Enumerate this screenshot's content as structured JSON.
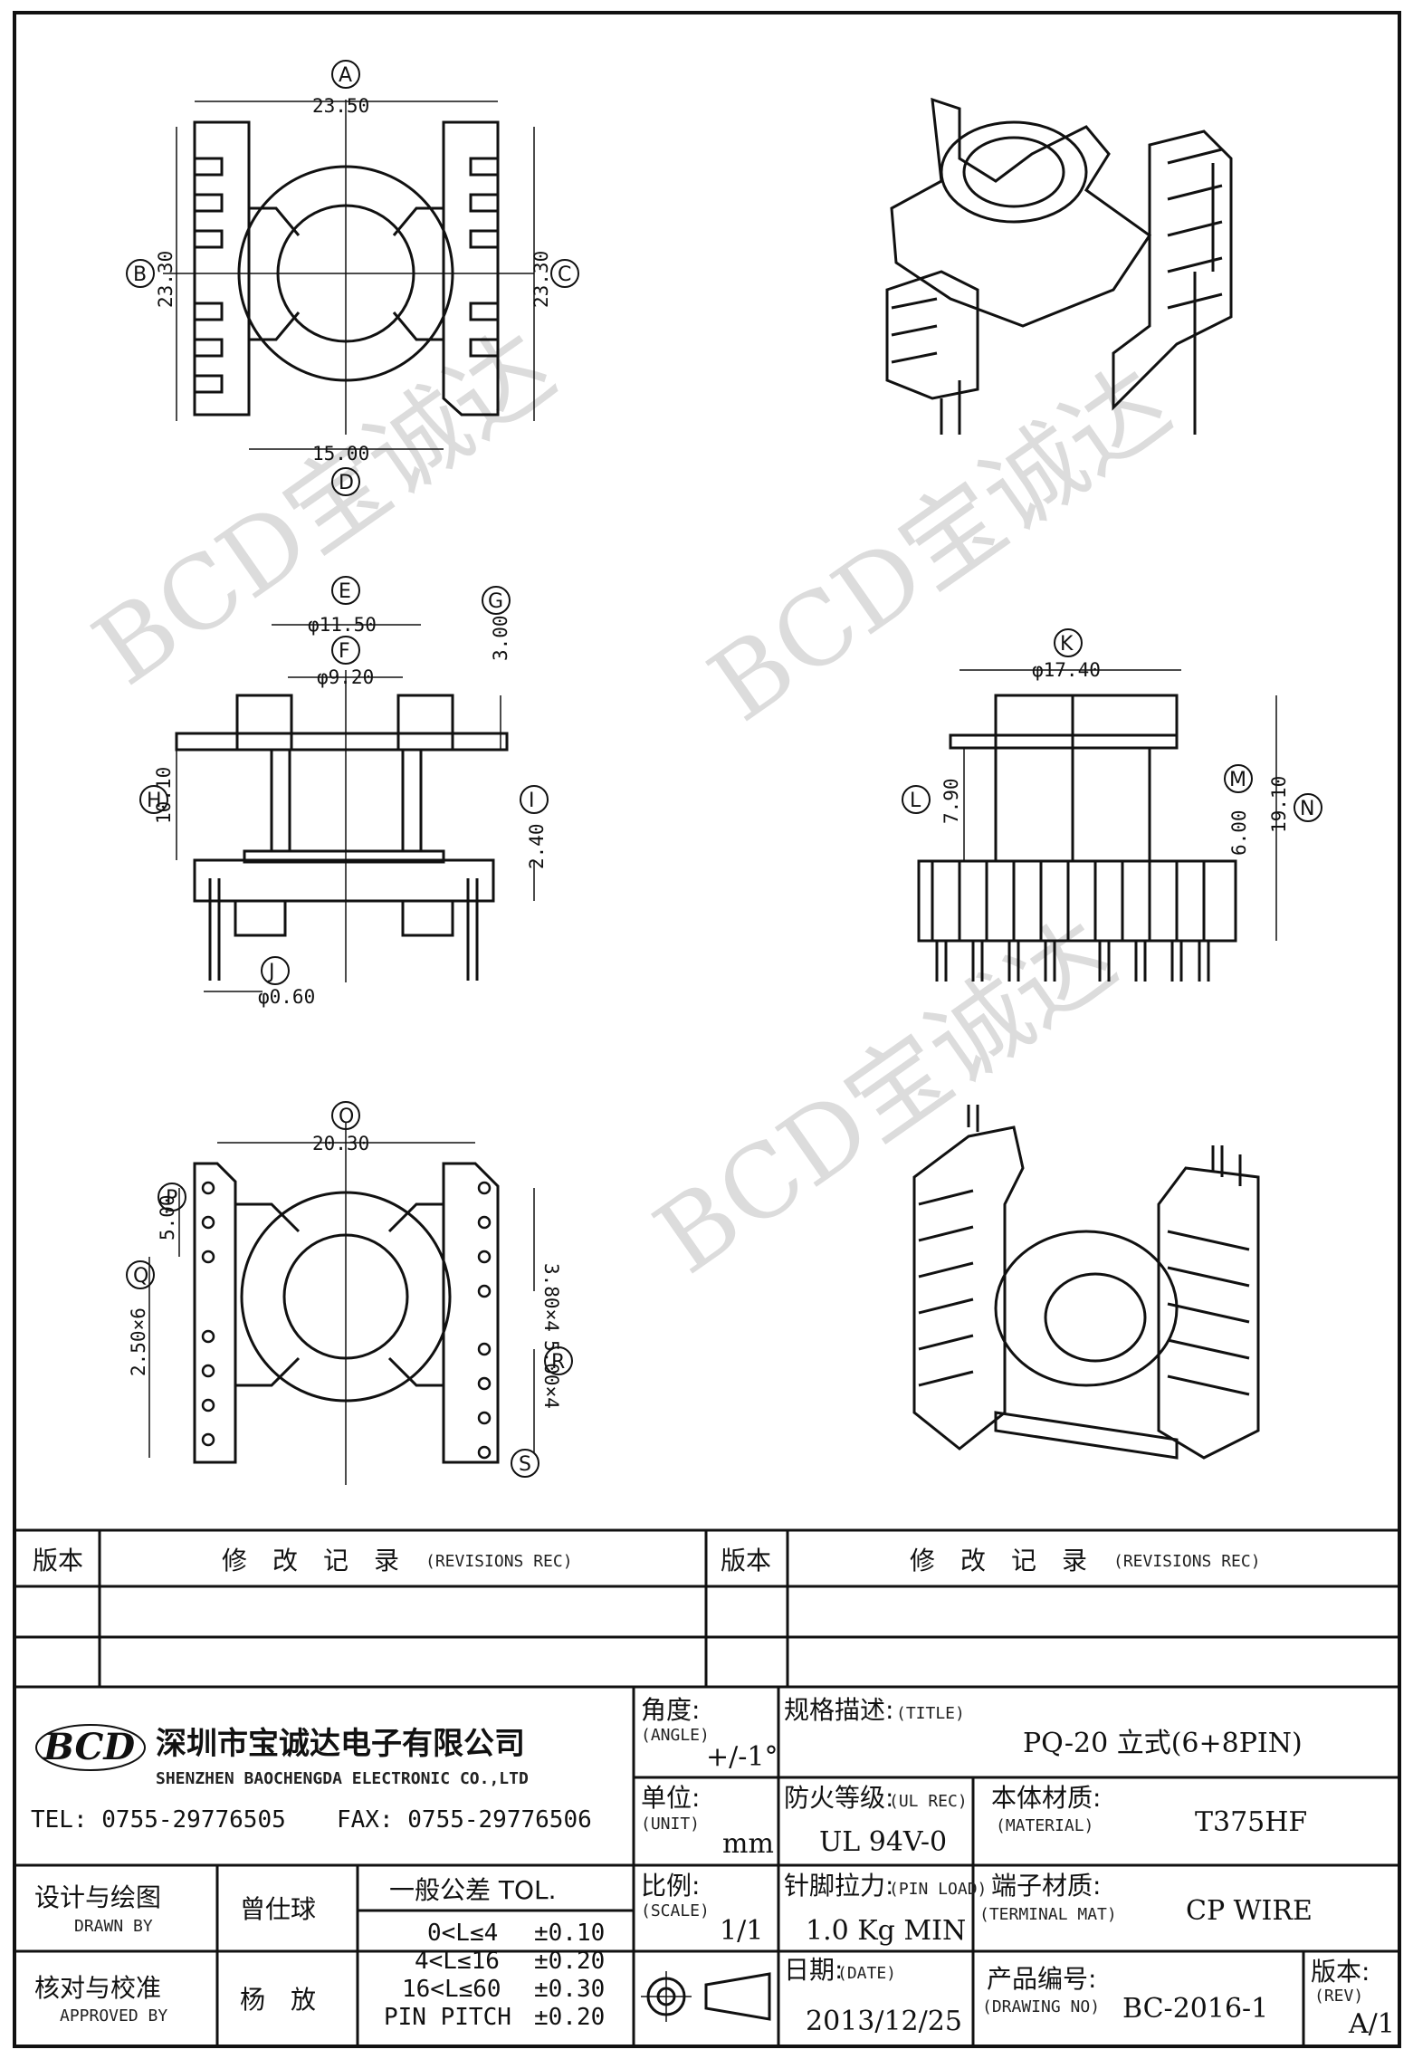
{
  "views": {
    "top": {
      "labels": [
        "A",
        "B",
        "C",
        "D"
      ],
      "dims": {
        "width": "23.50",
        "height_left": "23.30",
        "height_right": "23.30",
        "inner_width": "15.00"
      }
    },
    "side": {
      "labels": [
        "E",
        "F",
        "G",
        "H",
        "I",
        "J"
      ],
      "dims": {
        "outer_dia": "φ11.50",
        "inner_dia": "φ9.20",
        "flange": "3.00",
        "height": "10.10",
        "pin_height": "2.40",
        "pin_dia": "φ0.60"
      }
    },
    "front": {
      "labels": [
        "K",
        "L",
        "M",
        "N"
      ],
      "dims": {
        "width": "φ17.40",
        "upper": "7.90",
        "lower": "6.00",
        "total": "19.10"
      }
    },
    "bottom": {
      "labels": [
        "O",
        "P",
        "Q",
        "R",
        "S"
      ],
      "dims": {
        "width": "20.30",
        "offset": "5.00",
        "pitch_left": "2.50×6",
        "pitch_right_a": "3.80×4",
        "pitch_right_b": "5.00×4"
      }
    }
  },
  "watermark": {
    "text": "BCD宝诚达"
  },
  "revisions": {
    "col_version": "版本",
    "col_record_cn": "修　改　记　录",
    "col_record_en": "(REVISIONS REC)"
  },
  "title_block": {
    "company_cn": "深圳市宝诚达电子有限公司",
    "company_en": "SHENZHEN BAOCHENGDA ELECTRONIC CO.,LTD",
    "logo_text": "BCD",
    "tel": "TEL: 0755-29776505",
    "fax": "FAX: 0755-29776506",
    "angle_cn": "角度:",
    "angle_en": "(ANGLE)",
    "angle_val": "+/-1°",
    "unit_cn": "单位:",
    "unit_en": "(UNIT)",
    "unit_val": "mm",
    "scale_cn": "比例:",
    "scale_en": "(SCALE)",
    "scale_val": "1/1",
    "title_cn": "规格描述:",
    "title_en": "(TITLE)",
    "title_val": "PQ-20 立式(6+8PIN)",
    "ul_cn": "防火等级:",
    "ul_en": "(UL REC)",
    "ul_val": "UL 94V-0",
    "material_cn": "本体材质:",
    "material_en": "(MATERIAL)",
    "material_val": "T375HF",
    "pinload_cn": "针脚拉力:",
    "pinload_en": "(PIN LOAD)",
    "pinload_val": "1.0 Kg MIN",
    "terminal_cn": "端子材质:",
    "terminal_en": "(TERMINAL MAT)",
    "terminal_val": "CP WIRE",
    "date_cn": "日期:",
    "date_en": "(DATE)",
    "date_val": "2013/12/25",
    "drawno_cn": "产品编号:",
    "drawno_en": "(DRAWING NO)",
    "drawno_val": "BC-2016-1",
    "rev_cn": "版本:",
    "rev_en": "(REV)",
    "rev_val": "A/1",
    "drawn_cn": "设计与绘图",
    "drawn_en": "DRAWN BY",
    "drawn_val": "曾仕球",
    "approved_cn": "核对与校准",
    "approved_en": "APPROVED BY",
    "approved_val": "杨　放",
    "tol_title": "一般公差 TOL.",
    "tol_rows": [
      {
        "range": "0<L≤4",
        "value": "±0.10"
      },
      {
        "range": "4<L≤16",
        "value": "±0.20"
      },
      {
        "range": "16<L≤60",
        "value": "±0.30"
      },
      {
        "range": "PIN PITCH",
        "value": "±0.20"
      }
    ]
  }
}
